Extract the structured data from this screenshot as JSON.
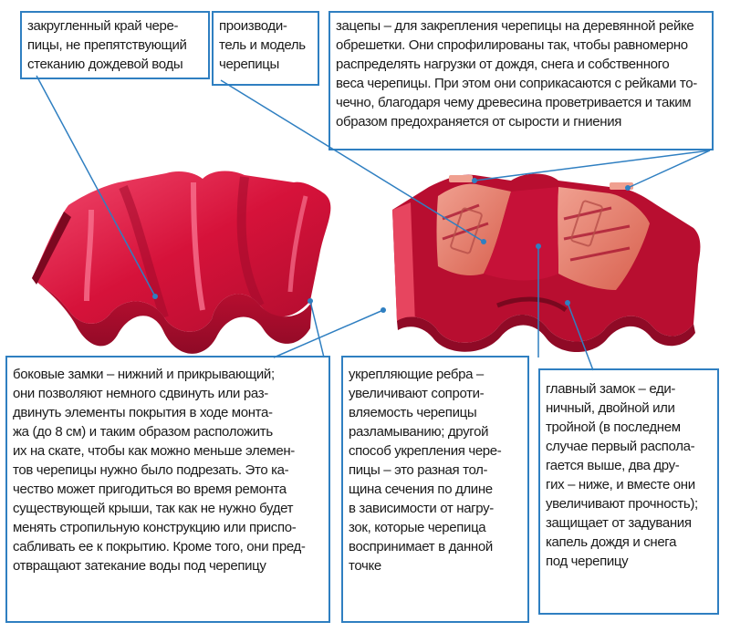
{
  "callouts": {
    "rounded_edge": [
      "закругленный край чере-",
      "пицы, не препятствующий",
      "стеканию дождевой воды"
    ],
    "manufacturer": [
      "производи-",
      "тель и модель",
      "черепицы"
    ],
    "hooks": [
      "зацепы – для закрепления черепицы на деревянной рейке",
      "обрешетки. Они спрофилированы так, чтобы равномерно",
      "распределять нагрузки от дождя, снега и собственного",
      "веса черепицы. При этом они соприкасаются с рейками то-",
      "чечно, благодаря чему древесина проветривается и таким",
      "образом предохраняется от сырости и гниения"
    ],
    "side_locks": [
      "боковые замки – нижний и прикрывающий;",
      "они позволяют немного сдвинуть или раз-",
      "двинуть элементы покрытия в ходе монта-",
      "жа (до 8 см) и таким образом расположить",
      "их на скате, чтобы как можно меньше элемен-",
      "тов черепицы нужно было подрезать. Это ка-",
      "чество может пригодиться во время ремонта",
      "существующей крыши, так как не нужно будет",
      "менять стропильную конструкцию или приспо-",
      "сабливать ее к покрытию. Кроме того, они пред-",
      "отвращают затекание воды под черепицу"
    ],
    "ribs": [
      "укрепляющие ребра –",
      "увеличивают сопроти-",
      "вляемость черепицы",
      "разламыванию; другой",
      "способ укрепления чере-",
      "пицы – это разная тол-",
      "щина сечения по длине",
      "в зависимости от нагру-",
      "зок, которые черепица",
      "воспринимает в данной",
      "точке"
    ],
    "main_lock": [
      "главный замок – еди-",
      "ничный, двойной или",
      "тройной (в последнем",
      "случае первый распола-",
      "гается выше, два дру-",
      "гих – ниже, и вместе они",
      "увеличивают прочность);",
      "защищает от задувания",
      "капель дождя и снега",
      "под черепицу"
    ]
  },
  "colors": {
    "frame": "#2f7fc1",
    "tile_red": "#d8123a",
    "tile_dark": "#8f0a26",
    "tile_light": "#f0486b",
    "tile_underside": "#e97a6e"
  },
  "icons": {
    "leader_dot": "circle"
  }
}
